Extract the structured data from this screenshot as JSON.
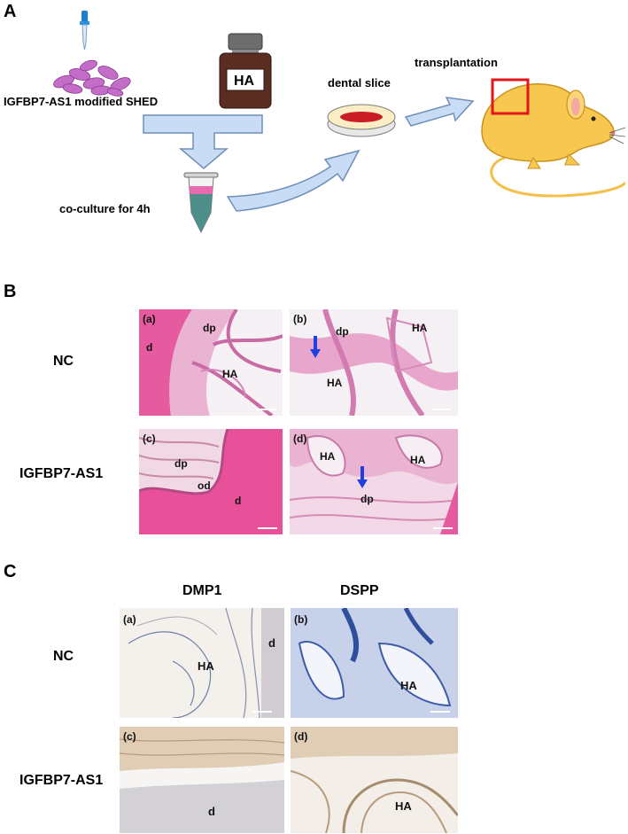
{
  "panel_labels": {
    "a": "A",
    "b": "B",
    "c": "C"
  },
  "schematic": {
    "cells_label": "IGFBP7-AS1 modified SHED",
    "bottle_label": "HA",
    "coculture_label": "co-culture for 4h",
    "slice_label": "dental slice",
    "transplant_label": "transplantation"
  },
  "he_section": {
    "row_labels": [
      "NC",
      "IGFBP7-AS1"
    ],
    "panels": [
      {
        "tag": "(a)",
        "labels": [
          "d",
          "dp",
          "HA"
        ]
      },
      {
        "tag": "(b)",
        "labels": [
          "dp",
          "HA",
          "HA"
        ]
      },
      {
        "tag": "(c)",
        "labels": [
          "dp",
          "od",
          "d"
        ]
      },
      {
        "tag": "(d)",
        "labels": [
          "HA",
          "HA",
          "dp"
        ]
      }
    ]
  },
  "ihc_section": {
    "column_labels": [
      "DMP1",
      "DSPP"
    ],
    "row_labels": [
      "NC",
      "IGFBP7-AS1"
    ],
    "panels": [
      {
        "tag": "(a)",
        "labels": [
          "HA",
          "d"
        ]
      },
      {
        "tag": "(b)",
        "labels": [
          "HA"
        ]
      },
      {
        "tag": "(c)",
        "labels": [
          "d"
        ]
      },
      {
        "tag": "(d)",
        "labels": [
          "HA"
        ]
      }
    ]
  },
  "colors": {
    "arrow_fill": "#c9dcf5",
    "arrow_stroke": "#6f8fb9",
    "he_pink": "#e9a6cc",
    "he_dentin": "#e65a9f",
    "ihc_blue": "#2f4f9c",
    "mouse_yellow": "#f7c74f",
    "highlight_red": "#e3161b",
    "indicator_arrow": "#1f3fe0"
  }
}
